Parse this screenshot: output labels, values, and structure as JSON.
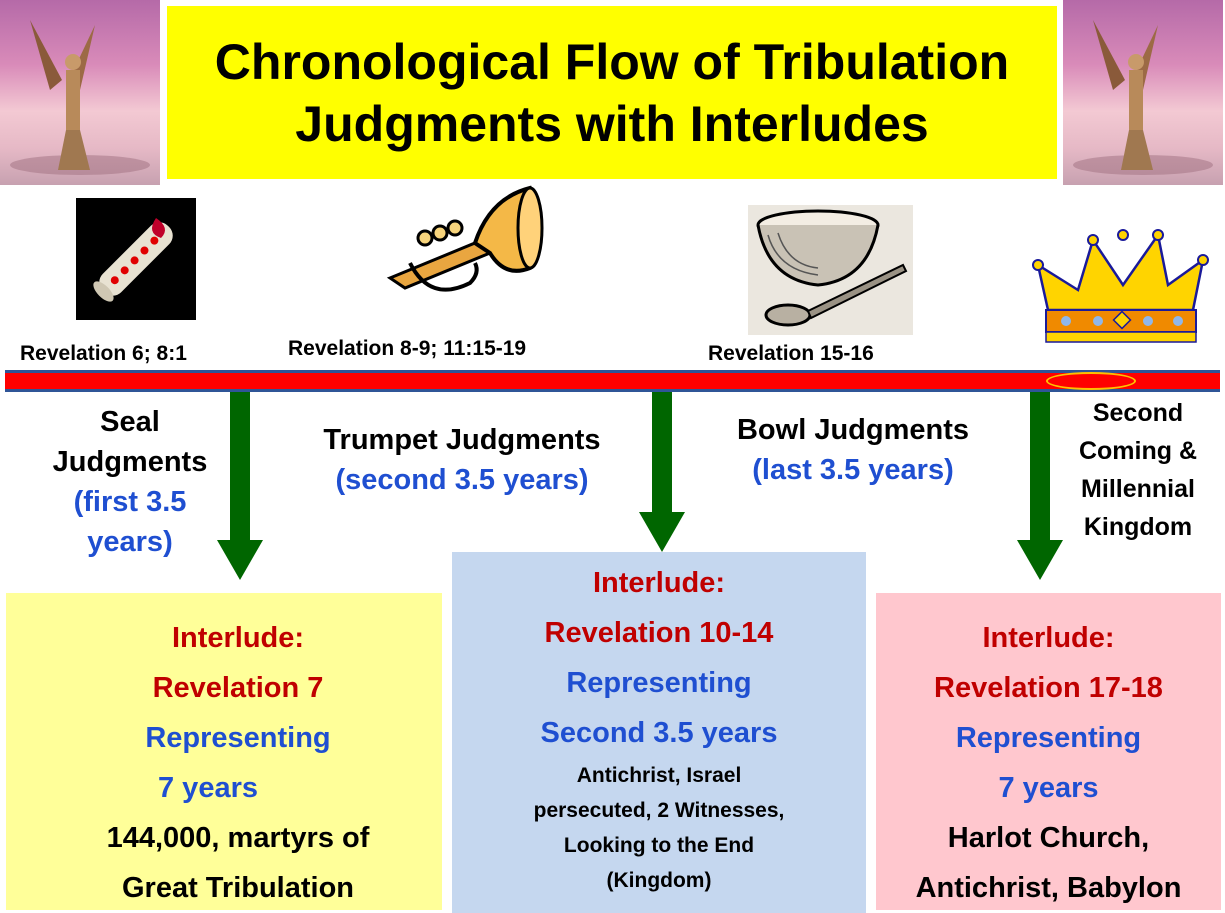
{
  "title": {
    "line1": "Chronological Flow of Tribulation",
    "line2": "Judgments with Interludes"
  },
  "colors": {
    "title_bg": "#ffff00",
    "timeline": "#ff0000",
    "arrow": "#006600",
    "heading_blue": "#1f4fd1",
    "interlude_red": "#c00000"
  },
  "references": {
    "seal": "Revelation  6; 8:1",
    "trumpet": "Revelation  8-9; 11:15-19",
    "bowl": "Revelation  15-16"
  },
  "judgments": {
    "seal": {
      "line1": "Seal",
      "line2": "Judgments",
      "period1": "(first 3.5",
      "period2": "years)"
    },
    "trumpet": {
      "name": "Trumpet  Judgments",
      "period": "(second 3.5 years)"
    },
    "bowl": {
      "name": "Bowl Judgments",
      "period": "(last 3.5 years)"
    },
    "second_coming": {
      "line1": "Second",
      "line2": "Coming &",
      "line3": "Millennial",
      "line4": "Kingdom"
    }
  },
  "interludes": {
    "first": {
      "heading": "Interlude:",
      "reference": "Revelation 7",
      "representing": "Representing",
      "span": "7 years",
      "detail1": "144,000, martyrs  of",
      "detail2": "Great Tribulation"
    },
    "second": {
      "heading": "Interlude:",
      "reference": "Revelation 10-14",
      "representing": "Representing",
      "span": "Second 3.5 years",
      "detail1": "Antichrist, Israel",
      "detail2": "persecuted, 2 Witnesses,",
      "detail3": "Looking to the End",
      "detail4": "(Kingdom)"
    },
    "third": {
      "heading": "Interlude:",
      "reference": "Revelation  17-18",
      "representing": "Representing",
      "span": "7 years",
      "detail1": "Harlot Church,",
      "detail2": "Antichrist, Babylon"
    }
  },
  "icons": [
    "angel-trumpet-icon",
    "scroll-icon",
    "trumpet-icon",
    "bowl-icon",
    "crown-icon"
  ]
}
